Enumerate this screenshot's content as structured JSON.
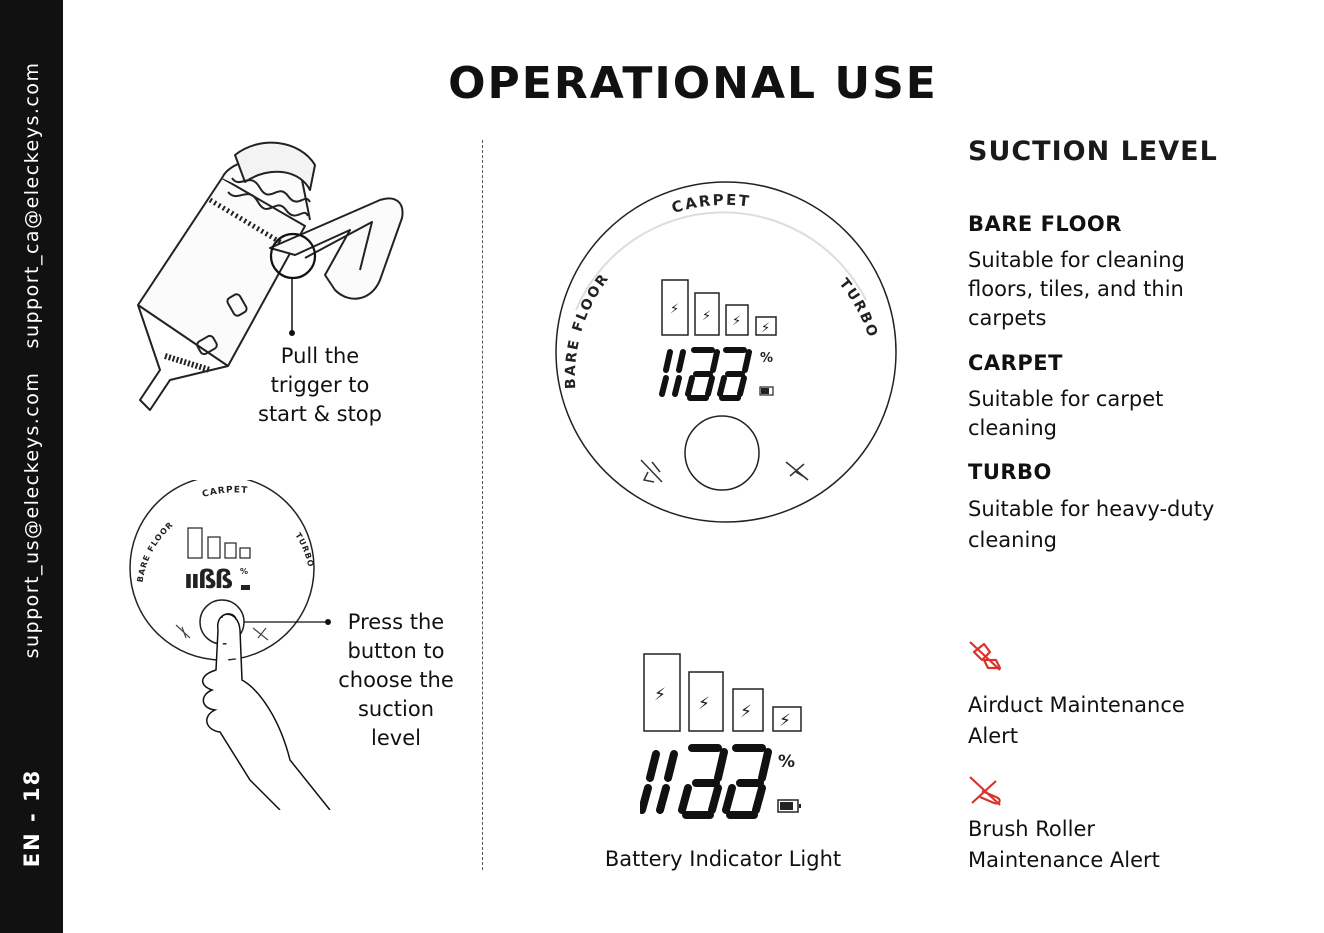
{
  "sidebar": {
    "email_us": "support_us@eleckeys.com",
    "email_ca": "support_ca@eleckeys.com",
    "page_label": "EN - 18"
  },
  "page_title": "OPERATIONAL USE",
  "trigger_caption": [
    "Pull the",
    "trigger to",
    "start & stop"
  ],
  "button_caption": [
    "Press the",
    "button to",
    "choose the",
    "suction",
    "level"
  ],
  "dial": {
    "mode_carpet": "CARPET",
    "mode_bare_floor": "BARE FLOOR",
    "mode_turbo": "TURBO",
    "percent_sign": "%"
  },
  "battery_caption": "Battery Indicator Light",
  "suction": {
    "heading": "SUCTION LEVEL",
    "modes": [
      {
        "name": "BARE FLOOR",
        "description": [
          "Suitable for cleaning",
          "floors, tiles, and thin",
          "carpets"
        ]
      },
      {
        "name": "CARPET",
        "description": [
          "Suitable for carpet",
          "cleaning"
        ]
      },
      {
        "name": "TURBO",
        "description": [
          "Suitable for heavy-duty",
          "cleaning"
        ]
      }
    ]
  },
  "alerts": [
    {
      "icon": "airduct-alert-icon",
      "label": [
        "Airduct Maintenance",
        "Alert"
      ]
    },
    {
      "icon": "brush-roller-alert-icon",
      "label": [
        "Brush Roller",
        "Maintenance Alert"
      ]
    }
  ],
  "colors": {
    "sidebar": "#111111",
    "alert_red": "#d9332b",
    "ink": "#1a1a1a"
  }
}
